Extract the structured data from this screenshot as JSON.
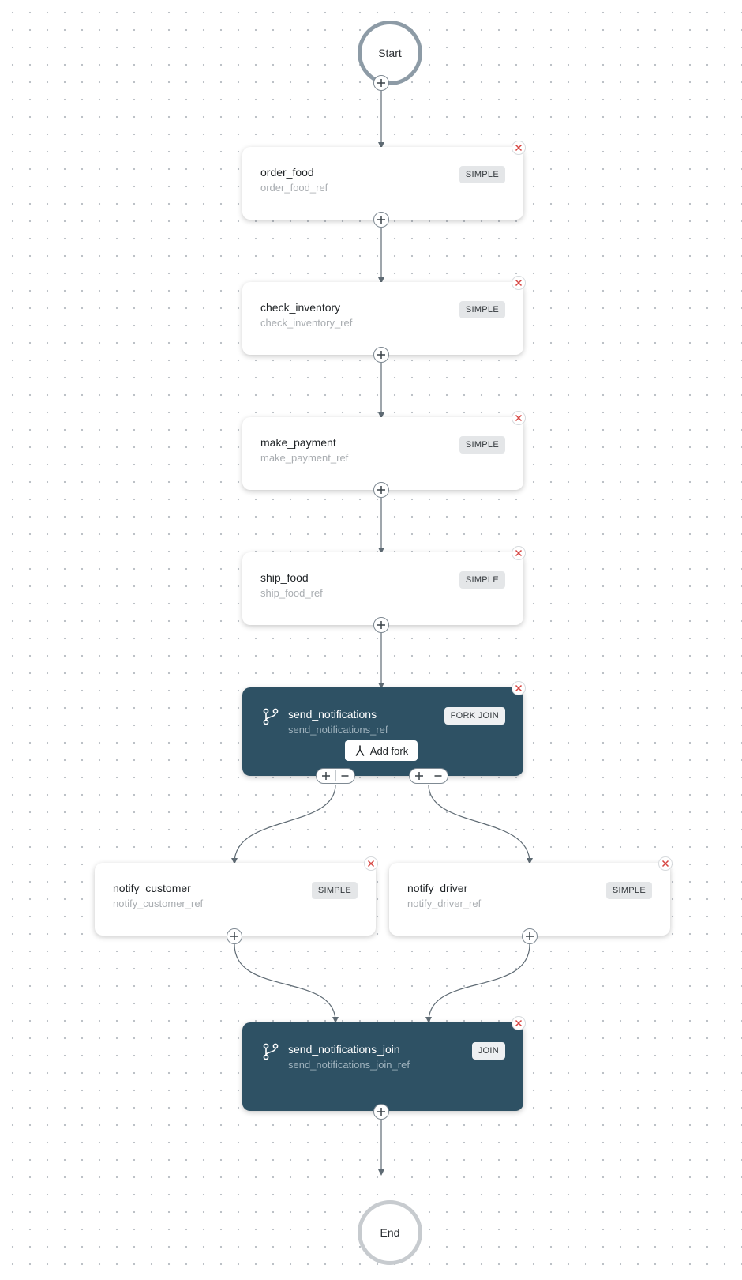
{
  "workflow": {
    "start": {
      "label": "Start"
    },
    "end": {
      "label": "End"
    },
    "tasks": [
      {
        "name": "order_food",
        "ref": "order_food_ref",
        "type": "SIMPLE"
      },
      {
        "name": "check_inventory",
        "ref": "check_inventory_ref",
        "type": "SIMPLE"
      },
      {
        "name": "make_payment",
        "ref": "make_payment_ref",
        "type": "SIMPLE"
      },
      {
        "name": "ship_food",
        "ref": "ship_food_ref",
        "type": "SIMPLE"
      }
    ],
    "fork": {
      "name": "send_notifications",
      "ref": "send_notifications_ref",
      "type": "FORK JOIN",
      "add_fork_label": "Add fork"
    },
    "branches": [
      {
        "name": "notify_customer",
        "ref": "notify_customer_ref",
        "type": "SIMPLE"
      },
      {
        "name": "notify_driver",
        "ref": "notify_driver_ref",
        "type": "SIMPLE"
      }
    ],
    "join": {
      "name": "send_notifications_join",
      "ref": "send_notifications_join_ref",
      "type": "JOIN"
    }
  },
  "colors": {
    "fork_join_bg": "#2e5164",
    "edge": "#5f6b74",
    "delete": "#d64541",
    "start_ring": "#8d9ba6",
    "end_ring": "#c7cbcf"
  },
  "icons": {
    "delete": "close-icon",
    "add_task": "plus-icon",
    "remove_branch": "minus-icon",
    "fork": "fork-icon",
    "join": "join-icon",
    "add_fork": "split-icon"
  }
}
